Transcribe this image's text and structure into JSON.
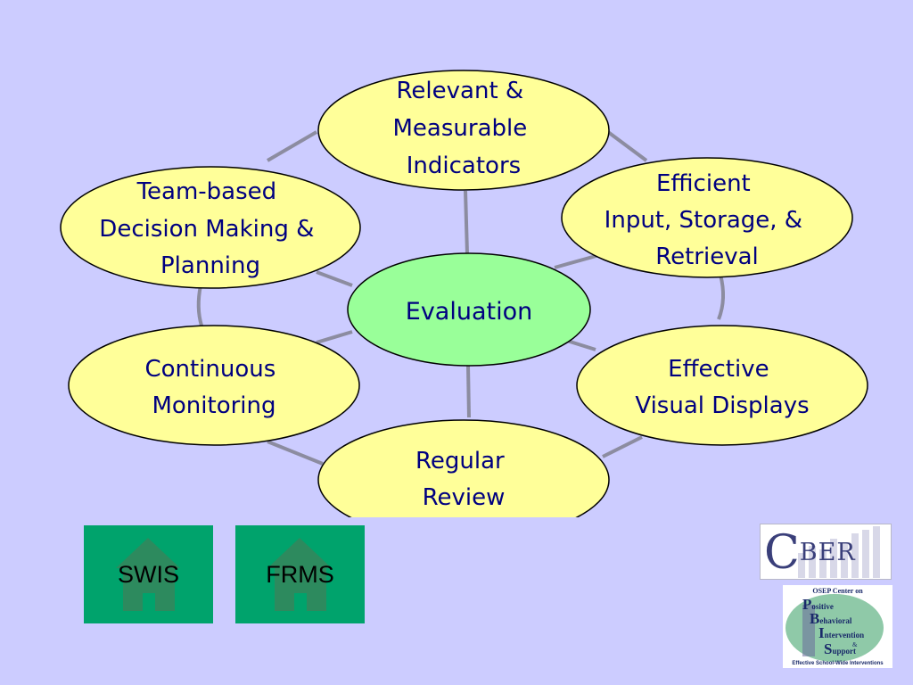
{
  "diagram": {
    "center": "Evaluation",
    "nodes": {
      "top": [
        "Relevant &",
        "Measurable",
        "Indicators"
      ],
      "upper_left": [
        "Team-based",
        "Decision Making &",
        "Planning"
      ],
      "upper_right": [
        "Efficient",
        "Input, Storage, &",
        "Retrieval"
      ],
      "lower_left": [
        "Continuous",
        "Monitoring"
      ],
      "lower_right": [
        "Effective",
        "Visual Displays"
      ],
      "bottom": [
        "Regular",
        "Review"
      ]
    },
    "colors": {
      "background": "#ccccff",
      "node_fill": "#ffff99",
      "center_fill": "#99ff99",
      "connector": "#8c8ca0",
      "text": "#000080"
    }
  },
  "buttons": {
    "swis": "SWIS",
    "frms": "FRMS",
    "color": "#00a36c",
    "icon": "home-icon"
  },
  "logos": {
    "cber": {
      "big_letter": "C",
      "rest": "BER"
    },
    "pbis": {
      "title": "OSEP Center on",
      "lines": [
        {
          "cap": "P",
          "rest": "ositive"
        },
        {
          "cap": "B",
          "rest": "ehavioral"
        },
        {
          "cap": "I",
          "rest": "ntervention"
        },
        {
          "cap": "S",
          "rest": "upport"
        }
      ],
      "amp": "&",
      "footer": "Effective School-Wide Interventions"
    }
  }
}
